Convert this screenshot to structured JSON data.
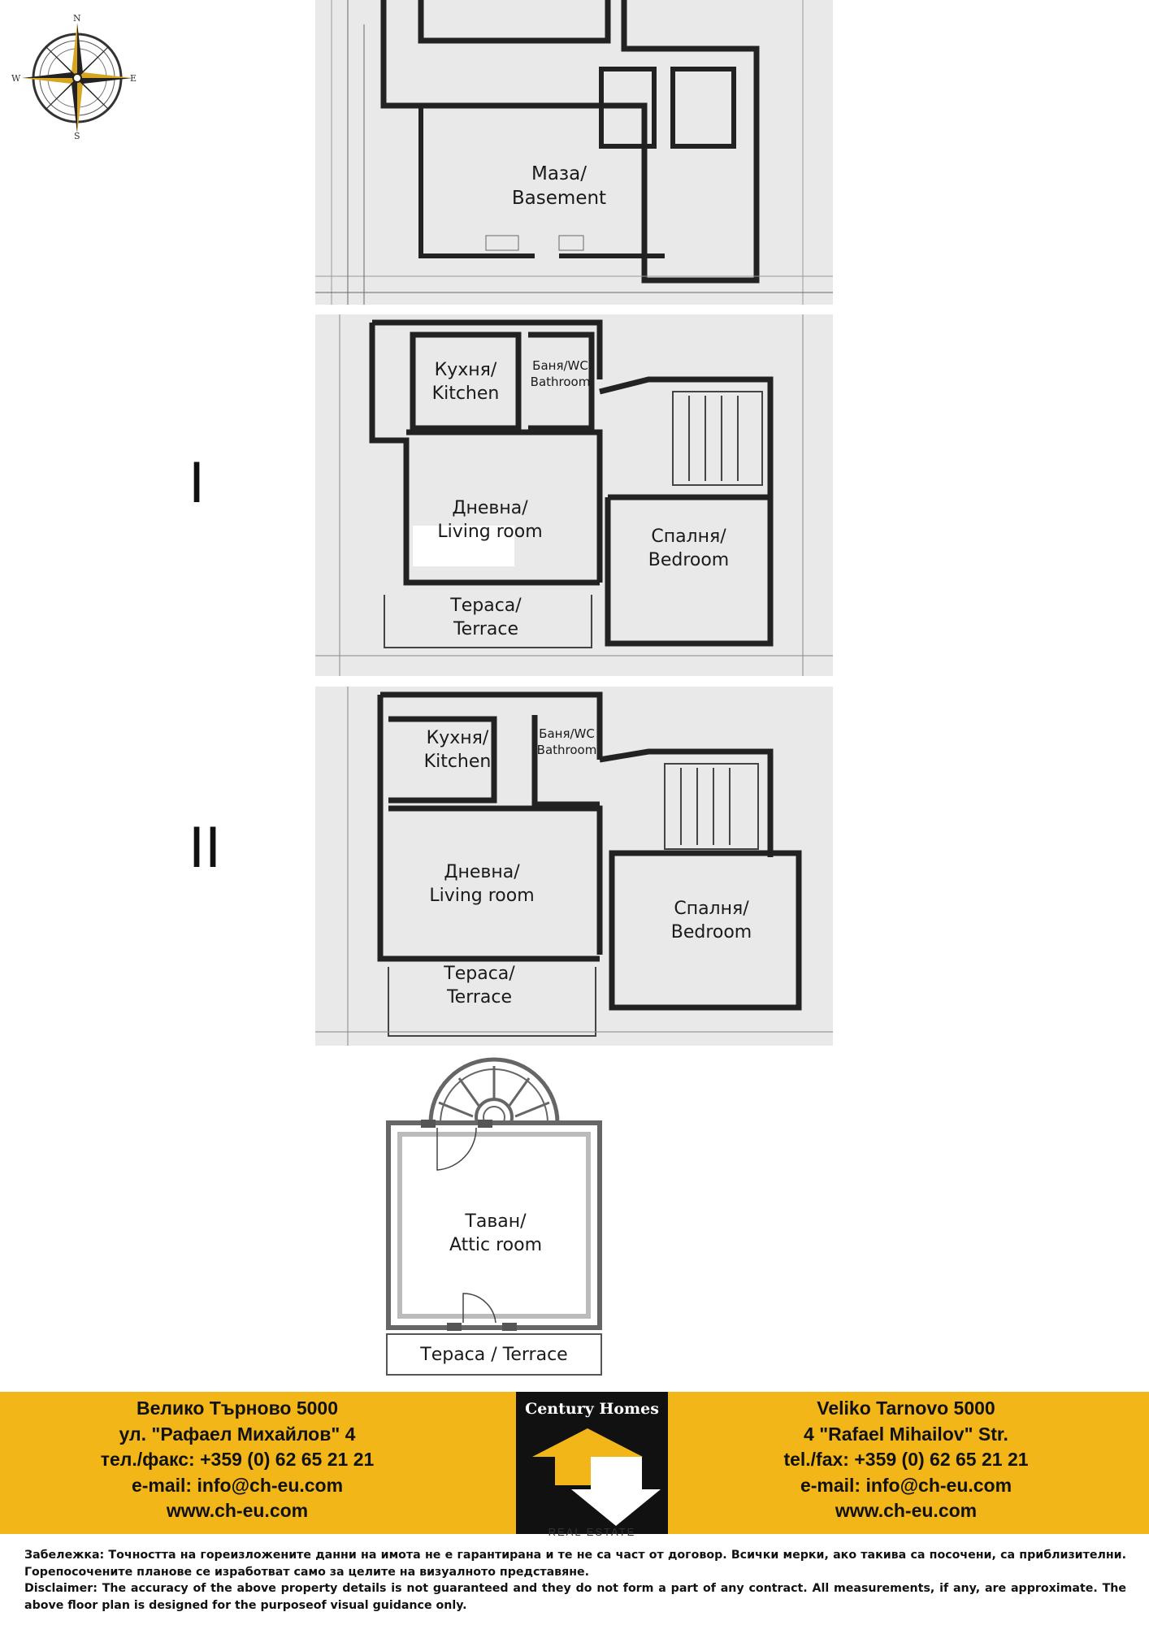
{
  "compass": {
    "north": "N",
    "south": "S",
    "east": "E",
    "west": "W"
  },
  "floors": {
    "first": "I",
    "second": "II"
  },
  "basement": {
    "label1": "Маза/",
    "label2": "Basement"
  },
  "floor1": {
    "kitchen1": "Кухня/",
    "kitchen2": "Kitchen",
    "bath1": "Баня/WC",
    "bath2": "Bathroom",
    "living1": "Дневна/",
    "living2": "Living room",
    "bedroom1": "Спалня/",
    "bedroom2": "Bedroom",
    "terrace1": "Тераса/",
    "terrace2": "Terrace"
  },
  "floor2": {
    "kitchen1": "Кухня/",
    "kitchen2": "Kitchen",
    "bath1": "Баня/WC",
    "bath2": "Bathroom",
    "living1": "Дневна/",
    "living2": "Living room",
    "bedroom1": "Спалня/",
    "bedroom2": "Bedroom",
    "terrace1": "Тераса/",
    "terrace2": "Terrace"
  },
  "attic": {
    "room1": "Таван/",
    "room2": "Attic room",
    "terrace": "Тераса / Terrace"
  },
  "contact_bg": {
    "city": "Велико Търново 5000",
    "street": "ул. \"Рафаел Михайлов\" 4",
    "phone": "тел./факс: +359 (0) 62 65 21 21",
    "email": "e-mail: info@ch-eu.com",
    "web": "www.ch-eu.com"
  },
  "contact_en": {
    "city": "Veliko Tarnovo 5000",
    "street": "4 \"Rafael Mihailov\" Str.",
    "phone": "tel./fax: +359 (0) 62 65 21 21",
    "email": "e-mail: info@ch-eu.com",
    "web": "www.ch-eu.com"
  },
  "logo": {
    "name": "Century Homes",
    "tagline": "REAL ESTATE"
  },
  "disclaimer": {
    "bg": "Забележка: Точността на гореизложените данни на имота не е гарантирана и те не са част от договор. Всички мерки, ако такива са посочени, са приблизителни. Горепосочените планове се изработват само за целите на визуалното представяне.",
    "en": "Disclaimer: The accuracy of the above property details is not guaranteed and they do not form a part of any contract. All measurements, if any, are approximate. The above floor plan is designed for the purposeof visual guidance only."
  },
  "colors": {
    "footer": "#f2b619",
    "logo_bg": "#111111",
    "logo_arrow": "#f2b619"
  }
}
